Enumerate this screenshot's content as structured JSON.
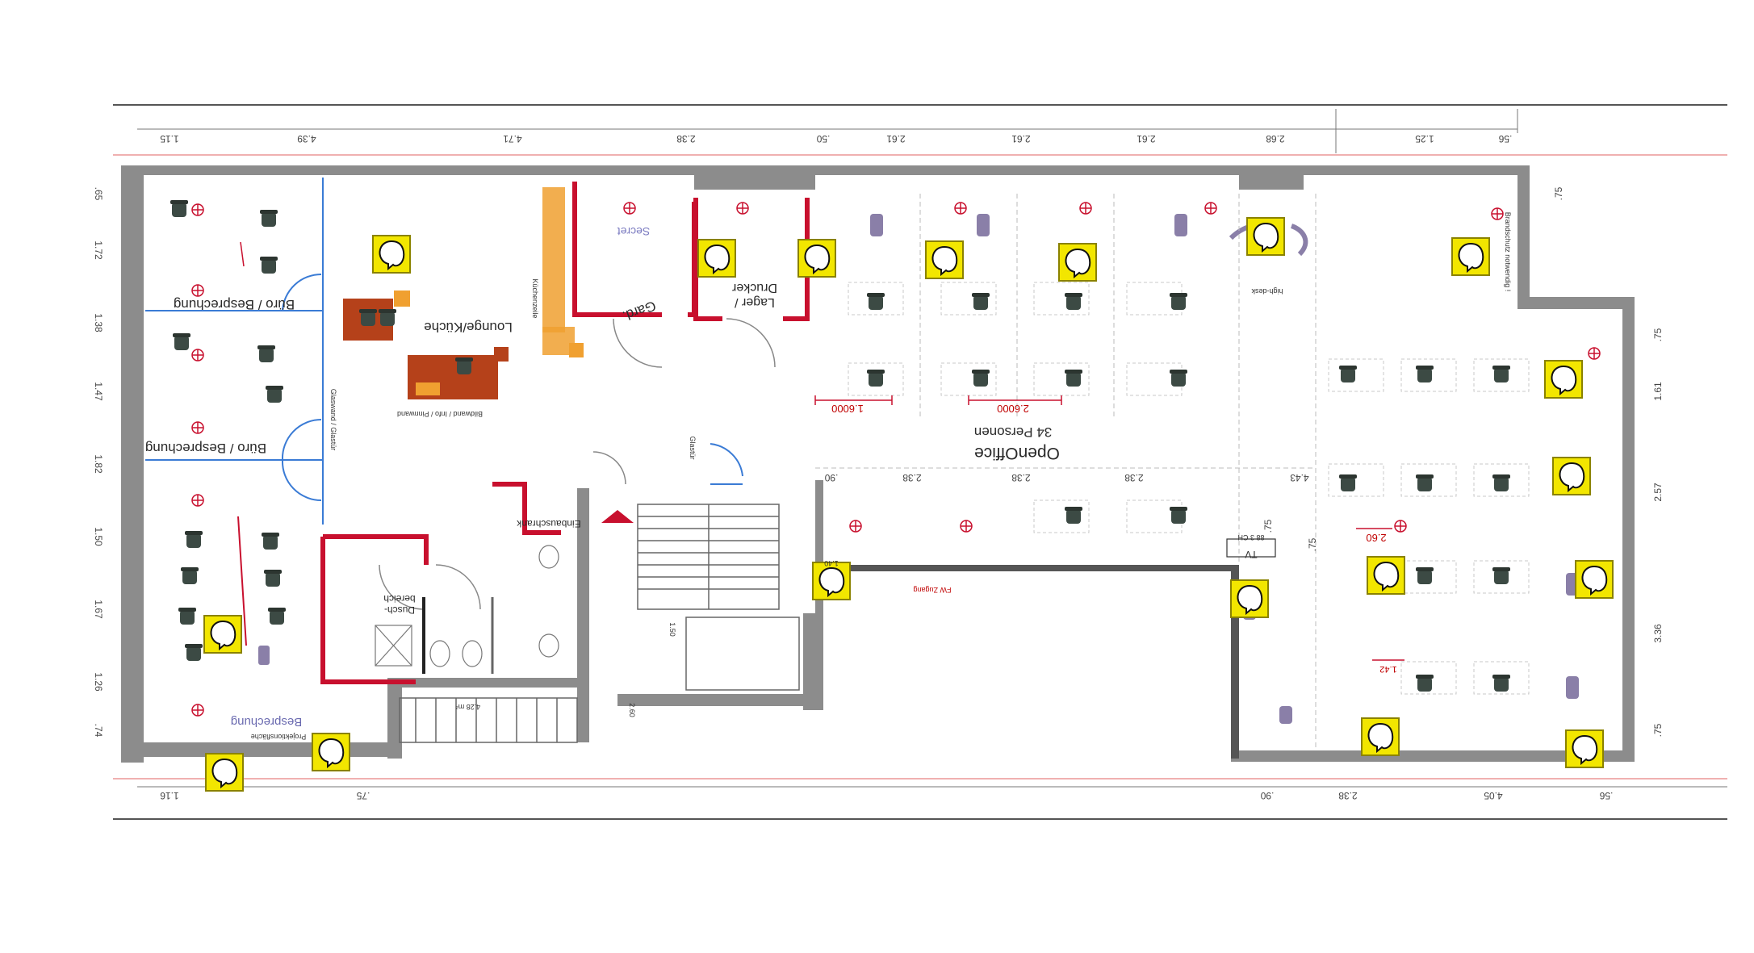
{
  "colors": {
    "wall": "#555555",
    "wall_fill": "#8c8c8c",
    "red_wall": "#c8102e",
    "blue_door": "#3a7bd5",
    "sticker": "#f2e600",
    "orange": "#f0a030",
    "brown": "#b5411a"
  },
  "rooms": {
    "buero_top": "Büro / Besprechung",
    "buero_mid": "Büro / Besprechung",
    "besprechung_bottom": "Besprechung",
    "lounge": "Lounge/Küche",
    "garderobe": "Gard.",
    "lager": "Lager /",
    "drucker": "Drucker",
    "openoffice": "OpenOffice",
    "personen": "34 Personen",
    "dusch": "Dusch-",
    "bereich": "bereich",
    "einbauschrank": "Einbauschrank",
    "glaswand": "Glaswand / Glastür",
    "beamer": "Bildwand / Info / Pinnwand",
    "kuechenzeile": "Küchenzeile",
    "secret": "Secret",
    "highdesk": "high-desk",
    "tv": "TV",
    "tv_sub": "88 3 CH",
    "projektionsflaeche": "Projektionsfläche",
    "brandschutz": "Brandschutz notwendig !",
    "fw": "FW Zugang",
    "glastuer": "Glastür",
    "flaeche": "4.28 m²"
  },
  "dims_top": [
    "1.15",
    "4.39",
    "4.71",
    "2.38",
    ".50",
    "2.61",
    "2.61",
    "2.61",
    "2.68",
    "1.25",
    ".56"
  ],
  "dims_bottom": [
    "1.16",
    ".75",
    ".90",
    "2.38",
    "4.05",
    ".56"
  ],
  "dims_left": [
    ".65",
    "1.72",
    "1.38",
    "1.47",
    "1.82",
    "1.50",
    "1.67",
    "1.26",
    ".74"
  ],
  "dims_right": [
    ".75",
    ".75",
    "1.61",
    "2.57",
    "3.36",
    ".75"
  ],
  "dims_inner": [
    ".90",
    "2.38",
    "2.38",
    "2.38",
    "4.43",
    ".75",
    ".75",
    "1.40",
    "1.50",
    "2.60"
  ],
  "red_dims": [
    "1.6000",
    "2.6000",
    "2.60",
    "1.42"
  ]
}
